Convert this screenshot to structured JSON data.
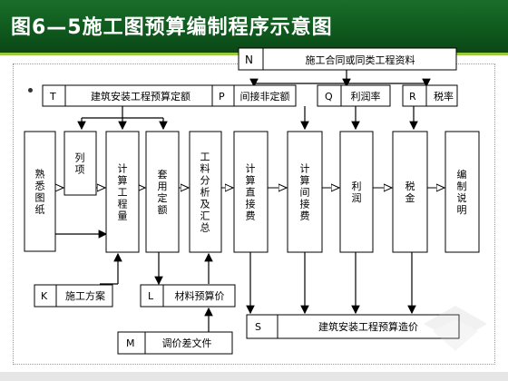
{
  "header": {
    "title": "图6—5施工图预算编制程序示意图"
  },
  "diagram": {
    "top_boxes": [
      {
        "id": "N",
        "label": "施工合同或同类工程资料"
      },
      {
        "id": "T",
        "label": "建筑安装工程预算定额"
      },
      {
        "id": "P",
        "label": "间接非定额"
      },
      {
        "id": "Q",
        "label": "利润率"
      },
      {
        "id": "R",
        "label": "税率"
      }
    ],
    "steps": [
      {
        "label": "熟悉图纸"
      },
      {
        "label": "列项"
      },
      {
        "label": "计算工程量"
      },
      {
        "label": "套用定额"
      },
      {
        "label": "工料分析及汇总"
      },
      {
        "label": "计算直接费"
      },
      {
        "label": "计算间接费"
      },
      {
        "label": "利润"
      },
      {
        "label": "税金"
      },
      {
        "label": "编制说明"
      }
    ],
    "bottom_boxes": [
      {
        "id": "K",
        "label": "施工方案"
      },
      {
        "id": "L",
        "label": "材料预算价"
      },
      {
        "id": "M",
        "label": "调价差文件"
      },
      {
        "id": "S",
        "label": "建筑安装工程预算造价"
      }
    ]
  },
  "colors": {
    "banner": "#0f5a1e",
    "accent": "#9acb3c",
    "box_fill": "#ffffff",
    "stroke": "#000000"
  }
}
